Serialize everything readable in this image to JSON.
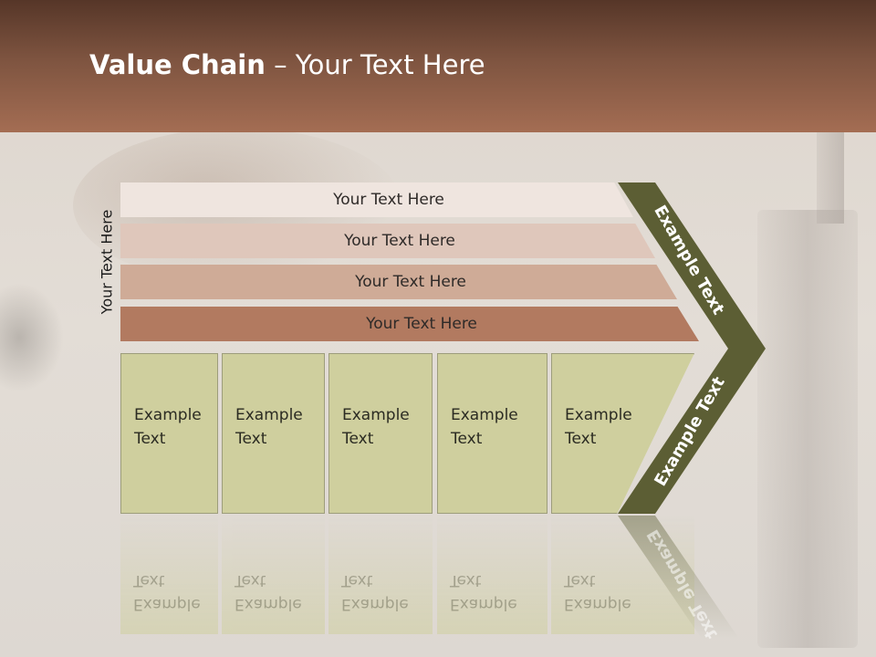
{
  "slide": {
    "title_bold": "Value Chain",
    "title_rest": " – Your Text Here",
    "vertical_label": "Your Text Here",
    "bands": [
      "Your Text Here",
      "Your Text Here",
      "Your Text Here",
      "Your Text Here"
    ],
    "boxes": [
      {
        "line1": "Example",
        "line2": "Text"
      },
      {
        "line1": "Example",
        "line2": "Text"
      },
      {
        "line1": "Example",
        "line2": "Text"
      },
      {
        "line1": "Example",
        "line2": "Text"
      },
      {
        "line1": "Example",
        "line2": "Text"
      }
    ],
    "chevron_top_label": "Example Text",
    "chevron_bottom_label": "Example Text"
  },
  "colors": {
    "header_dark": "#563628",
    "header_light": "#a46d53",
    "band_colors": [
      "#efe5df",
      "#dfc7bb",
      "#cfab97",
      "#b27a60"
    ],
    "box_fill": "#cfcf9e",
    "chevron_fill": "#5c5e34"
  }
}
